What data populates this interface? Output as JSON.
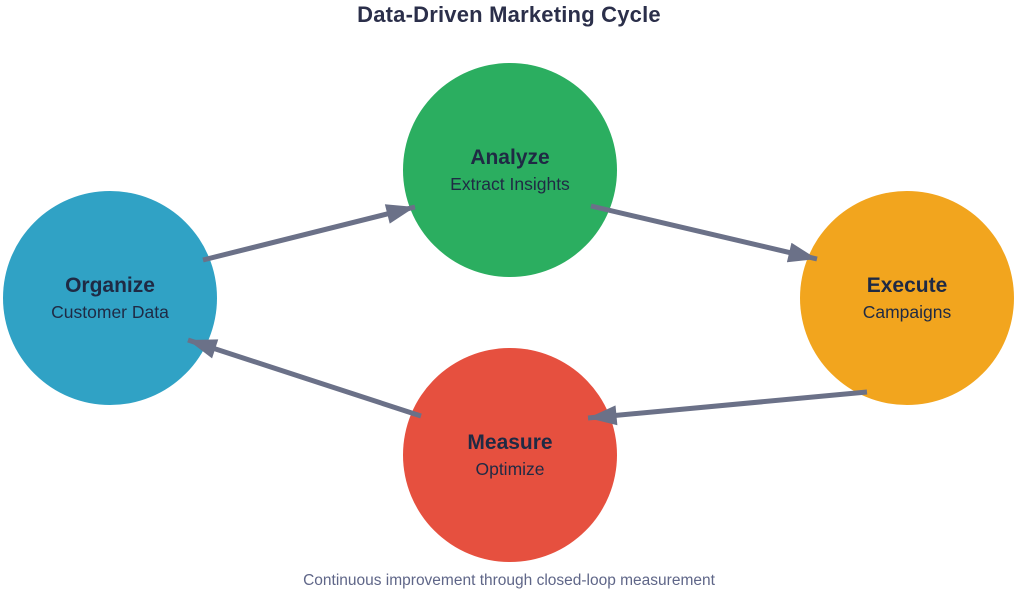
{
  "title": "Data-Driven Marketing Cycle",
  "caption": "Continuous improvement through closed-loop measurement",
  "colors": {
    "background": "#ffffff",
    "title_text": "#2b2f4a",
    "node_text": "#1f2a44",
    "caption_text": "#5f6688",
    "arrow": "#6b7188"
  },
  "nodes": [
    {
      "id": "organize",
      "label": "Organize",
      "sublabel": "Customer Data",
      "color": "#30a2c5"
    },
    {
      "id": "analyze",
      "label": "Analyze",
      "sublabel": "Extract Insights",
      "color": "#2bae60"
    },
    {
      "id": "execute",
      "label": "Execute",
      "sublabel": "Campaigns",
      "color": "#f2a51e"
    },
    {
      "id": "measure",
      "label": "Measure",
      "sublabel": "Optimize",
      "color": "#e6503f"
    }
  ],
  "edges": [
    {
      "from": "organize",
      "to": "analyze"
    },
    {
      "from": "analyze",
      "to": "execute"
    },
    {
      "from": "execute",
      "to": "measure"
    },
    {
      "from": "measure",
      "to": "organize"
    }
  ]
}
